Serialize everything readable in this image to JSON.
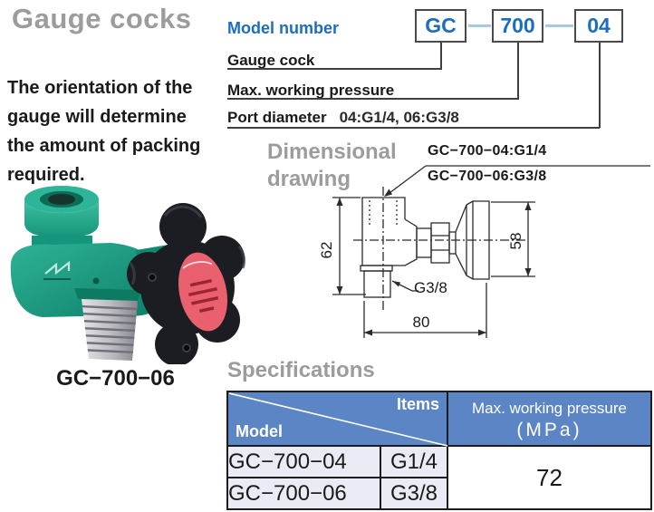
{
  "page": {
    "title": "Gauge cocks",
    "note_lines": [
      "The orientation of the",
      "gauge will determine",
      "the amount of packing",
      "required."
    ]
  },
  "model_number": {
    "label": "Model number",
    "boxes": [
      "GC",
      "700",
      "04"
    ],
    "legend": [
      {
        "label": "Gauge cock",
        "value": ""
      },
      {
        "label": "Max. working pressure",
        "value": ""
      },
      {
        "label": "Port diameter",
        "value": "04:G1/4, 06:G3/8"
      }
    ]
  },
  "photo": {
    "caption": "GC−700−06",
    "description": "green gauge cock valve with black star knob and red label"
  },
  "dimensional_drawing": {
    "heading_line1": "Dimensional",
    "heading_line2": "drawing",
    "variant_labels": [
      "GC−700−04:G1/4",
      "GC−700−06:G3/8"
    ],
    "dims": {
      "height_left": "62",
      "height_right": "58",
      "width_bottom": "80",
      "bottom_port": "G3/8"
    }
  },
  "specifications": {
    "heading": "Specifications",
    "table": {
      "corner_top_right": "Items",
      "corner_bottom_left": "Model",
      "pressure_header_line1": "Max. working pressure",
      "pressure_header_line2": "(MPa)",
      "rows": [
        {
          "model": "GC−700−04",
          "port": "G1/4"
        },
        {
          "model": "GC−700−06",
          "port": "G3/8"
        }
      ],
      "pressure_value": "72"
    }
  },
  "colors": {
    "heading_gray": "#9c9c9c",
    "accent_blue": "#1c6dbf",
    "table_header_blue": "#5b85c4",
    "table_body_tint": "#eaecf5",
    "valve_green": "#1ea78a",
    "knob_black": "#1c1d22",
    "label_red": "#e9616f",
    "line_dark": "#3f3f3f"
  }
}
